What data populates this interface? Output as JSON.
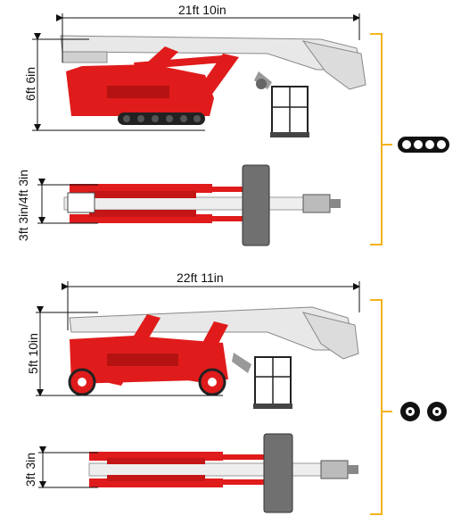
{
  "tracked": {
    "length": "21ft 10in",
    "height": "6ft 6in",
    "width": "3ft 3in/4ft 3in",
    "icon": "track-icon"
  },
  "wheeled": {
    "length": "22ft 11in",
    "height": "5ft 10in",
    "width": "3ft 3in",
    "icon": "wheel-icon"
  },
  "colors": {
    "machine_red": "#e01b1b",
    "boom_gray": "#e6e6e6",
    "bracket_yellow": "#f5b21b",
    "line": "#111111"
  }
}
